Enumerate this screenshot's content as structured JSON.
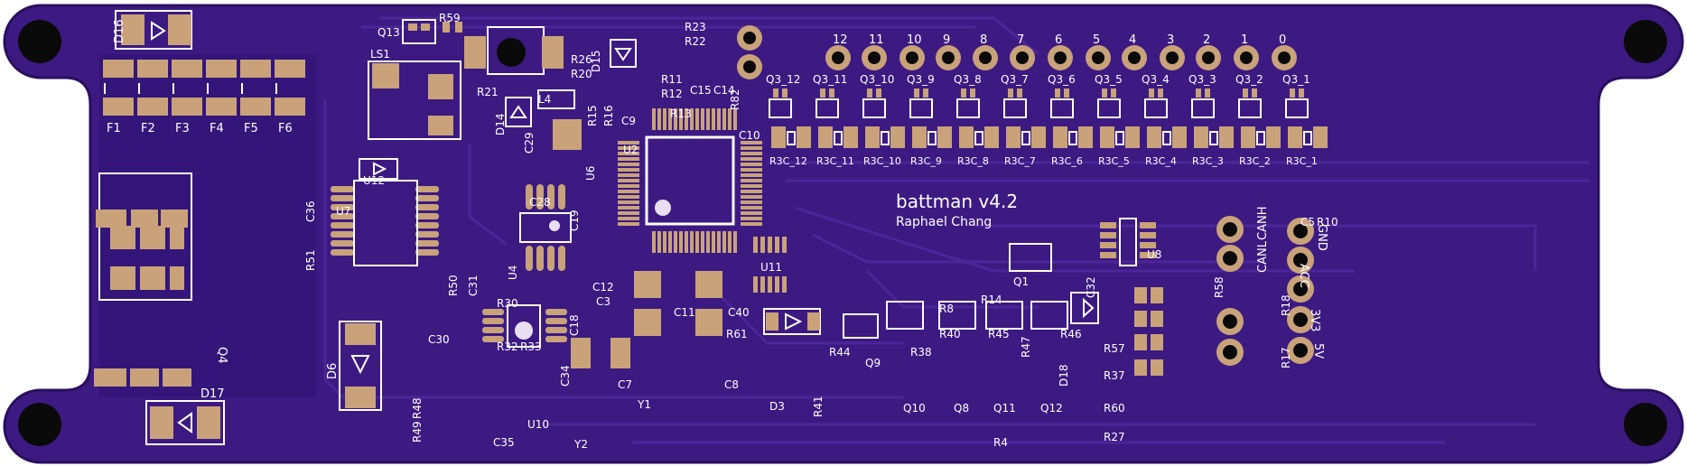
{
  "board": {
    "title": "battman v4.2",
    "author": "Raphael Chang",
    "colors": {
      "board": "#3c1a82",
      "board_edge": "#2a0f60",
      "pad": "#c9a27a",
      "pad_dark": "#9d7a57",
      "silk": "#ffffff",
      "hole": "#0a0a0a",
      "trace": "#4a2496"
    }
  },
  "fuses": [
    "F1",
    "F2",
    "F3",
    "F4",
    "F5",
    "F6"
  ],
  "channel_numbers": [
    "12",
    "11",
    "10",
    "9",
    "8",
    "7",
    "6",
    "5",
    "4",
    "3",
    "2",
    "1",
    "0"
  ],
  "channel_fets": [
    "Q3_12",
    "Q3_11",
    "Q3_10",
    "Q3_9",
    "Q3_8",
    "Q3_7",
    "Q3_6",
    "Q3_5",
    "Q3_4",
    "Q3_3",
    "Q3_2",
    "Q3_1"
  ],
  "channel_resistors": [
    "R3C_12",
    "R3C_11",
    "R3C_10",
    "R3C_9",
    "R3C_8",
    "R3C_7",
    "R3C_6",
    "R3C_5",
    "R3C_4",
    "R3C_3",
    "R3C_2",
    "R3C_1"
  ],
  "connector_labels": [
    "GND",
    "ACC",
    "3V3",
    "5V"
  ],
  "can_labels": [
    "CANH",
    "CANL"
  ],
  "designators": [
    {
      "id": "D16",
      "t": "D16"
    },
    {
      "id": "Q13",
      "t": "Q13"
    },
    {
      "id": "R59",
      "t": "R59"
    },
    {
      "id": "LS1",
      "t": "LS1"
    },
    {
      "id": "R21",
      "t": "R21"
    },
    {
      "id": "R26",
      "t": "R26"
    },
    {
      "id": "R20",
      "t": "R20"
    },
    {
      "id": "D15",
      "t": "D15"
    },
    {
      "id": "R23",
      "t": "R23"
    },
    {
      "id": "R22",
      "t": "R22"
    },
    {
      "id": "R11",
      "t": "R11"
    },
    {
      "id": "R12",
      "t": "R12"
    },
    {
      "id": "C15",
      "t": "C15"
    },
    {
      "id": "C14",
      "t": "C14"
    },
    {
      "id": "R13",
      "t": "R13"
    },
    {
      "id": "R82",
      "t": "R82"
    },
    {
      "id": "C10",
      "t": "C10"
    },
    {
      "id": "L4",
      "t": "L4"
    },
    {
      "id": "R15",
      "t": "R15"
    },
    {
      "id": "R16",
      "t": "R16"
    },
    {
      "id": "C9",
      "t": "C9"
    },
    {
      "id": "U2",
      "t": "U2"
    },
    {
      "id": "D14",
      "t": "D14"
    },
    {
      "id": "C29",
      "t": "C29"
    },
    {
      "id": "U6",
      "t": "U6"
    },
    {
      "id": "C28",
      "t": "C28"
    },
    {
      "id": "U12",
      "t": "U12"
    },
    {
      "id": "U7",
      "t": "U7"
    },
    {
      "id": "C36",
      "t": "C36"
    },
    {
      "id": "R51",
      "t": "R51"
    },
    {
      "id": "C19",
      "t": "C19"
    },
    {
      "id": "U4",
      "t": "U4"
    },
    {
      "id": "C12",
      "t": "C12"
    },
    {
      "id": "C3",
      "t": "C3"
    },
    {
      "id": "R50",
      "t": "R50"
    },
    {
      "id": "C31",
      "t": "C31"
    },
    {
      "id": "C30",
      "t": "C30"
    },
    {
      "id": "R30",
      "t": "R30"
    },
    {
      "id": "R32",
      "t": "R32"
    },
    {
      "id": "R33",
      "t": "R33"
    },
    {
      "id": "C18",
      "t": "C18"
    },
    {
      "id": "C11",
      "t": "C11"
    },
    {
      "id": "C40",
      "t": "C40"
    },
    {
      "id": "U11",
      "t": "U11"
    },
    {
      "id": "R61",
      "t": "R61"
    },
    {
      "id": "C7",
      "t": "C7"
    },
    {
      "id": "C8",
      "t": "C8"
    },
    {
      "id": "Y1",
      "t": "Y1"
    },
    {
      "id": "C34",
      "t": "C34"
    },
    {
      "id": "U10",
      "t": "U10"
    },
    {
      "id": "Y2",
      "t": "Y2"
    },
    {
      "id": "C35",
      "t": "C35"
    },
    {
      "id": "R48",
      "t": "R48"
    },
    {
      "id": "R49",
      "t": "R49"
    },
    {
      "id": "D6",
      "t": "D6"
    },
    {
      "id": "Q4",
      "t": "Q4"
    },
    {
      "id": "D17",
      "t": "D17"
    },
    {
      "id": "D3",
      "t": "D3"
    },
    {
      "id": "R44",
      "t": "R44"
    },
    {
      "id": "Q9",
      "t": "Q9"
    },
    {
      "id": "R41",
      "t": "R41"
    },
    {
      "id": "Q10",
      "t": "Q10"
    },
    {
      "id": "Q8",
      "t": "Q8"
    },
    {
      "id": "R38",
      "t": "R38"
    },
    {
      "id": "R8",
      "t": "R8"
    },
    {
      "id": "R40",
      "t": "R40"
    },
    {
      "id": "R45",
      "t": "R45"
    },
    {
      "id": "R14",
      "t": "R14"
    },
    {
      "id": "Q1",
      "t": "Q1"
    },
    {
      "id": "R47",
      "t": "R47"
    },
    {
      "id": "R46",
      "t": "R46"
    },
    {
      "id": "Q11",
      "t": "Q11"
    },
    {
      "id": "Q12",
      "t": "Q12"
    },
    {
      "id": "D18",
      "t": "D18"
    },
    {
      "id": "R4",
      "t": "R4"
    },
    {
      "id": "C32",
      "t": "C32"
    },
    {
      "id": "U8",
      "t": "U8"
    },
    {
      "id": "R58",
      "t": "R58"
    },
    {
      "id": "R57",
      "t": "R57"
    },
    {
      "id": "R37",
      "t": "R37"
    },
    {
      "id": "R60",
      "t": "R60"
    },
    {
      "id": "R27",
      "t": "R27"
    },
    {
      "id": "R18",
      "t": "R18"
    },
    {
      "id": "R17",
      "t": "R17"
    },
    {
      "id": "C5",
      "t": "C5"
    },
    {
      "id": "R10",
      "t": "R10"
    }
  ]
}
